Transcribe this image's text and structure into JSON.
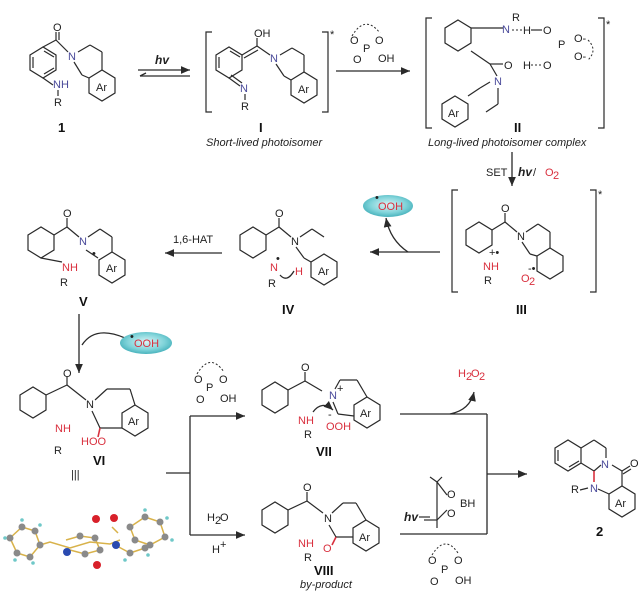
{
  "scheme": {
    "title": "Proposed mechanism for photochemical cyclization",
    "compounds": {
      "c1": {
        "label": "1",
        "substituents": [
          "NH",
          "R",
          "Ar",
          "O",
          "N"
        ]
      },
      "cI": {
        "label": "I",
        "caption": "Short-lived photoisomer",
        "substituents": [
          "OH",
          "N",
          "R",
          "Ar"
        ]
      },
      "cII": {
        "label": "II",
        "caption": "Long-lived photoisomer complex",
        "substituents": [
          "R",
          "N",
          "H",
          "O",
          "P",
          "O-",
          "Ar"
        ]
      },
      "cIII": {
        "label": "III",
        "substituents": [
          "NH",
          "R",
          "O2"
        ]
      },
      "cIV": {
        "label": "IV",
        "substituents": [
          "N",
          "H",
          "R",
          "Ar"
        ]
      },
      "cV": {
        "label": "V",
        "substituents": [
          "NH",
          "R",
          "Ar"
        ]
      },
      "cVI": {
        "label": "VI",
        "substituents": [
          "NH",
          "R",
          "HOO",
          "Ar"
        ]
      },
      "cVII": {
        "label": "VII",
        "substituents": [
          "NH",
          "R",
          "OOH",
          "Ar"
        ]
      },
      "cVIII": {
        "label": "VIII",
        "caption": "by-product",
        "substituents": [
          "NH",
          "R",
          "O",
          "Ar"
        ]
      },
      "c2": {
        "label": "2",
        "substituents": [
          "R",
          "N",
          "O",
          "Ar"
        ]
      }
    },
    "conditions": {
      "hv": "hv",
      "set": "SET",
      "hv_o2_hv": "hv",
      "hv_o2_slash": " / ",
      "o2": "O",
      "o2_sub": "2",
      "hat": "1,6-HAT",
      "ooh_radical": "OOH",
      "h2o2_h": "H",
      "h2o2_2a": "2",
      "h2o2_o": "O",
      "h2o2_2b": "2",
      "h2o": "H",
      "h2o_2": "2",
      "h2o_o": "O",
      "hplus": "H",
      "hplus_sup": "+",
      "pinacolborane_bh": "BH",
      "hv_bottom": "hv",
      "phosphoric_oh": "OH",
      "phosphoric_p": "P",
      "phosphoric_o": "O",
      "equiv": "|||",
      "star": "*"
    },
    "colors": {
      "nitrogen": "#4a4a9a",
      "highlight": "#d9303e",
      "ellipse_fill": "#5ec7cf",
      "bond": "#2a2a2a"
    }
  }
}
